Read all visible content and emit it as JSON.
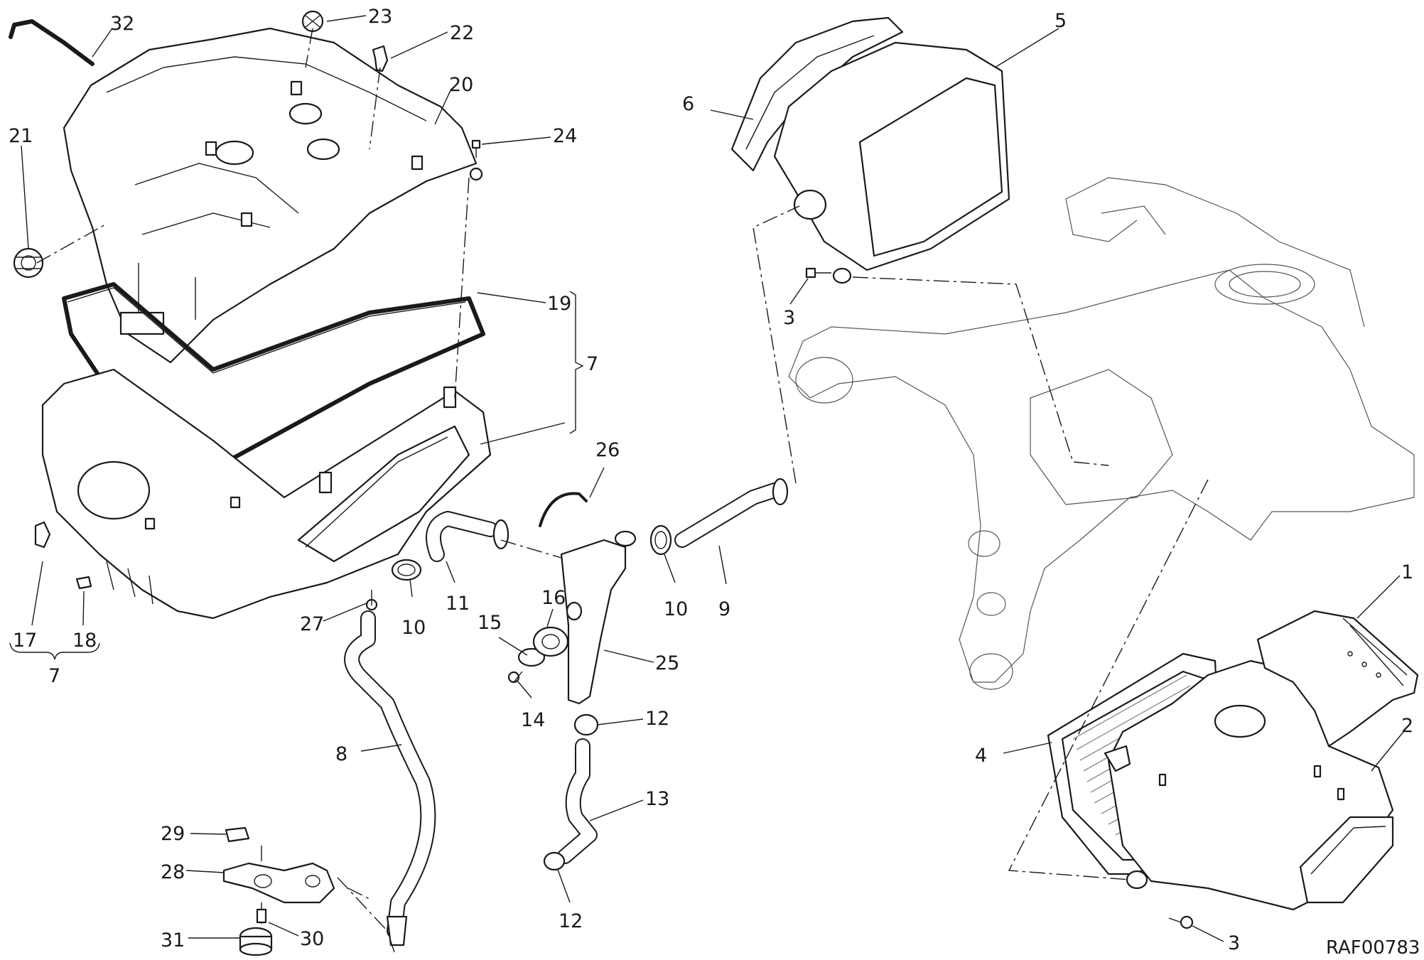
{
  "drawing_code": "RAF00783",
  "callouts": [
    {
      "id": "c32",
      "text": "32"
    },
    {
      "id": "c23",
      "text": "23"
    },
    {
      "id": "c22",
      "text": "22"
    },
    {
      "id": "c20",
      "text": "20"
    },
    {
      "id": "c21",
      "text": "21"
    },
    {
      "id": "c24",
      "text": "24"
    },
    {
      "id": "c19",
      "text": "19"
    },
    {
      "id": "c7a",
      "text": "7"
    },
    {
      "id": "c17",
      "text": "17"
    },
    {
      "id": "c18",
      "text": "18"
    },
    {
      "id": "c7b",
      "text": "7"
    },
    {
      "id": "c26",
      "text": "26"
    },
    {
      "id": "c27",
      "text": "27"
    },
    {
      "id": "c10a",
      "text": "10"
    },
    {
      "id": "c11",
      "text": "11"
    },
    {
      "id": "c16",
      "text": "16"
    },
    {
      "id": "c15",
      "text": "15"
    },
    {
      "id": "c14",
      "text": "14"
    },
    {
      "id": "c25",
      "text": "25"
    },
    {
      "id": "c10b",
      "text": "10"
    },
    {
      "id": "c9",
      "text": "9"
    },
    {
      "id": "c12a",
      "text": "12"
    },
    {
      "id": "c8",
      "text": "8"
    },
    {
      "id": "c13",
      "text": "13"
    },
    {
      "id": "c12b",
      "text": "12"
    },
    {
      "id": "c29",
      "text": "29"
    },
    {
      "id": "c28",
      "text": "28"
    },
    {
      "id": "c31",
      "text": "31"
    },
    {
      "id": "c30",
      "text": "30"
    },
    {
      "id": "c6",
      "text": "6"
    },
    {
      "id": "c5",
      "text": "5"
    },
    {
      "id": "c3a",
      "text": "3"
    },
    {
      "id": "c1",
      "text": "1"
    },
    {
      "id": "c2",
      "text": "2"
    },
    {
      "id": "c4",
      "text": "4"
    },
    {
      "id": "c3b",
      "text": "3"
    }
  ]
}
